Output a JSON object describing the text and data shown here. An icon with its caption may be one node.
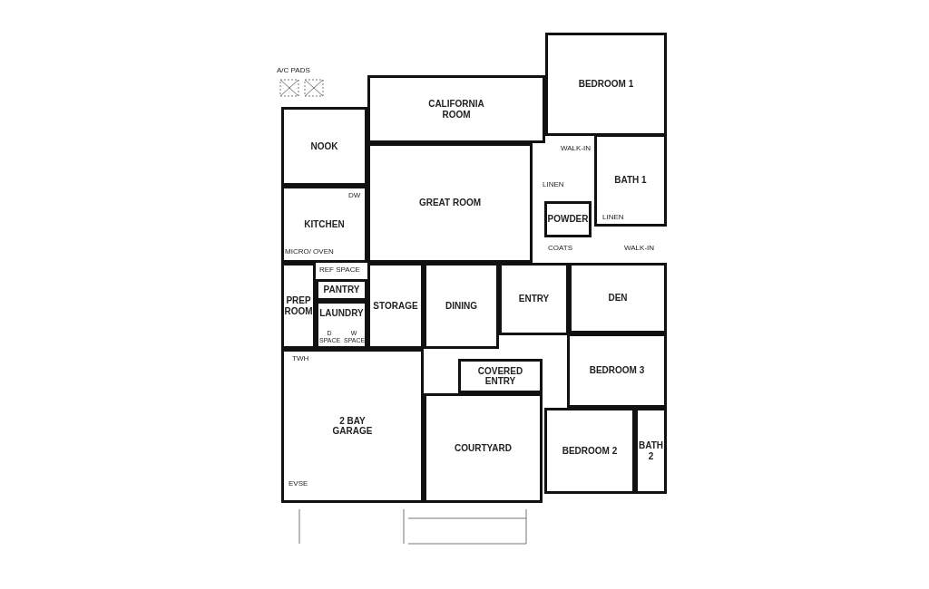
{
  "diagram": {
    "nodes": [
      {
        "text": [
          "BEDROOM 1"
        ]
      },
      {
        "text": [
          "CALIFORNIA ROOM"
        ]
      },
      {
        "text": [
          "NOOK"
        ]
      },
      {
        "text": [
          "BATH 1"
        ]
      },
      {
        "text": [
          "GREAT ROOM"
        ]
      },
      {
        "text": [
          "KITCHEN"
        ]
      },
      {
        "text": [
          "POWDER"
        ]
      },
      {
        "text": [
          "PANTRY"
        ]
      },
      {
        "text": [
          "STORAGE"
        ]
      },
      {
        "text": [
          "DINING"
        ]
      },
      {
        "text": [
          "ENTRY"
        ]
      },
      {
        "text": [
          "DEN"
        ]
      },
      {
        "text": [
          "PREP ROOM"
        ]
      },
      {
        "text": [
          "LAUNDRY"
        ]
      },
      {
        "text": [
          "BEDROOM 3"
        ]
      },
      {
        "text": [
          "COVERED ENTRY"
        ]
      },
      {
        "text": [
          "2 BAY GARAGE"
        ]
      },
      {
        "text": [
          "COURTYARD"
        ]
      },
      {
        "text": [
          "BEDROOM 2"
        ]
      },
      {
        "text": [
          "BATH 2"
        ]
      }
    ],
    "labels": [
      "A/C PADS",
      "WALK-IN",
      "LINEN",
      "DW",
      "LINEN",
      "MICRO/ OVEN",
      "COATS",
      "WALK-IN",
      "REF SPACE",
      "D SPACE",
      "W SPACE",
      "TWH",
      "EVSE"
    ]
  }
}
